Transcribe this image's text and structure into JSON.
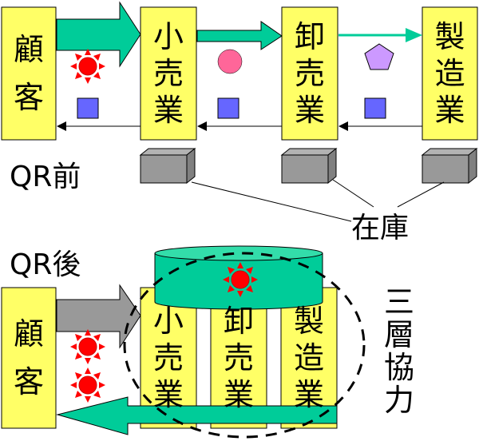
{
  "colors": {
    "box_fill": "#FFFF66",
    "teal": "#00CC99",
    "teal_light": "#33DDAA",
    "gray_arrow": "#999999",
    "inventory_front": "#999999",
    "inventory_top": "#B3B3B3",
    "inventory_side": "#808080",
    "sun": "#FF0000",
    "pink_circle": "#FF6699",
    "pentagon": "#CC99FF",
    "blue_square": "#6666FF"
  },
  "before": {
    "title": "QR前",
    "entities": [
      {
        "id": "customer",
        "label": "顧客",
        "chars": [
          "顧",
          "客"
        ]
      },
      {
        "id": "retailer",
        "label": "小売業",
        "chars": [
          "小",
          "売",
          "業"
        ]
      },
      {
        "id": "wholesaler",
        "label": "卸売業",
        "chars": [
          "卸",
          "売",
          "業"
        ]
      },
      {
        "id": "manufacturer",
        "label": "製造業",
        "chars": [
          "製",
          "造",
          "業"
        ]
      }
    ],
    "inventory_label": "在庫"
  },
  "after": {
    "title": "QR後",
    "customer": {
      "label": "顧客",
      "chars": [
        "顧",
        "客"
      ]
    },
    "entities": [
      {
        "id": "retailer",
        "label": "小売業",
        "chars": [
          "小",
          "売",
          "業"
        ]
      },
      {
        "id": "wholesaler",
        "label": "卸売業",
        "chars": [
          "卸",
          "売",
          "業"
        ]
      },
      {
        "id": "manufacturer",
        "label": "製造業",
        "chars": [
          "製",
          "造",
          "業"
        ]
      }
    ],
    "cooperation_label": "三層協力",
    "cooperation_chars": [
      "三",
      "層",
      "協",
      "力"
    ]
  }
}
